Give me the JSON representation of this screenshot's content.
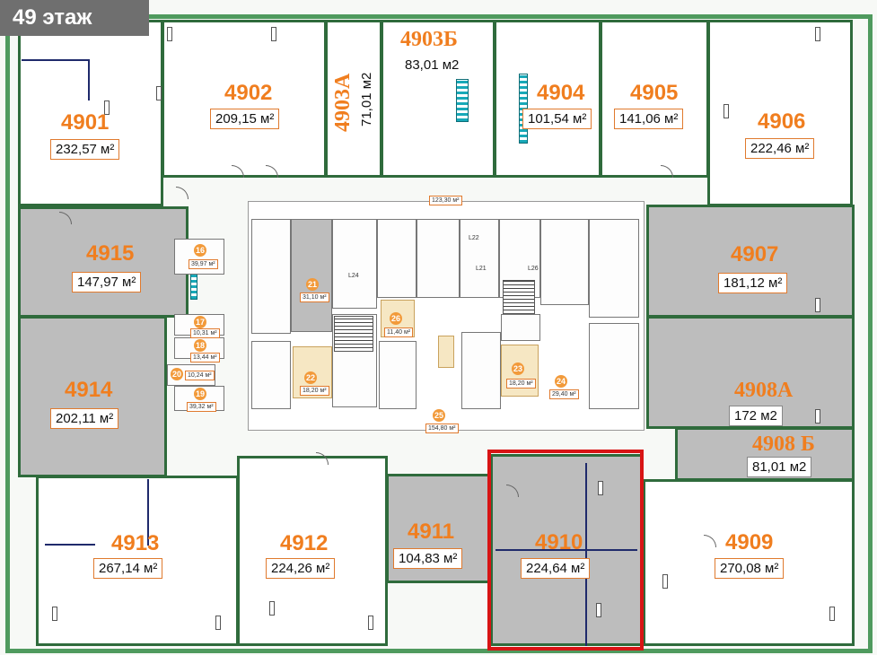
{
  "floor_label": "49 этаж",
  "offices": [
    {
      "id": "4901",
      "area": "232,57 м²"
    },
    {
      "id": "4902",
      "area": "209,15 м²"
    },
    {
      "id": "4903А",
      "area": "71,01 м2"
    },
    {
      "id": "4903Б",
      "area": "83,01 м2"
    },
    {
      "id": "4904",
      "area": "101,54 м²"
    },
    {
      "id": "4905",
      "area": "141,06 м²"
    },
    {
      "id": "4906",
      "area": "222,46 м²"
    },
    {
      "id": "4907",
      "area": "181,12 м²"
    },
    {
      "id": "4908А",
      "area": "172 м2"
    },
    {
      "id": "4908 Б",
      "area": "81,01 м2"
    },
    {
      "id": "4909",
      "area": "270,08 м²"
    },
    {
      "id": "4910",
      "area": "224,64 м²"
    },
    {
      "id": "4911",
      "area": "104,83 м²"
    },
    {
      "id": "4912",
      "area": "224,26 м²"
    },
    {
      "id": "4913",
      "area": "267,14 м²"
    },
    {
      "id": "4914",
      "area": "202,11 м²"
    },
    {
      "id": "4915",
      "area": "147,97 м²"
    }
  ],
  "core_rooms": [
    {
      "n": "16",
      "area": "39,97 м²"
    },
    {
      "n": "17",
      "area": "10,31 м²"
    },
    {
      "n": "18",
      "area": "13,44 м²"
    },
    {
      "n": "19",
      "area": "39,32 м²"
    },
    {
      "n": "20",
      "area": "10,24 м²"
    },
    {
      "n": "21",
      "area": "31,10 м²"
    },
    {
      "n": "22",
      "area": "18,20 м²"
    },
    {
      "n": "23",
      "area": "18,20 м²"
    },
    {
      "n": "24",
      "area": "29,40 м²"
    },
    {
      "n": "25",
      "area": "154,80 м²"
    },
    {
      "n": "26",
      "area": "11,40 м²"
    }
  ],
  "core_misc": {
    "hall_top_area": "123,30 м²",
    "lift_l24": "L24",
    "lift_l22": "L22",
    "lift_l21": "L21",
    "lift_l26": "L26"
  },
  "highlighted_office": "4910",
  "colors": {
    "accent_number": "#f07e1f",
    "highlight_border": "#d81414",
    "occupied_fill": "#bdbdbd",
    "wall": "#2f6b3c"
  }
}
